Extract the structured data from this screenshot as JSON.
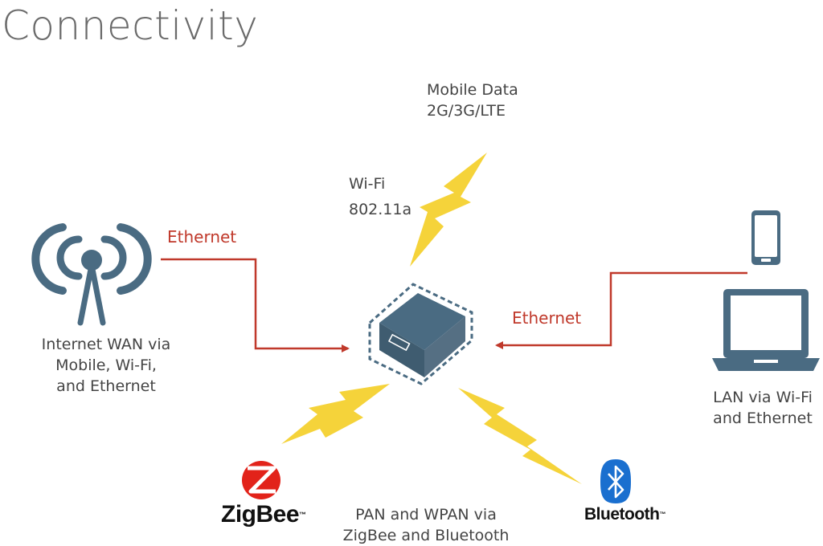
{
  "title": "Connectivity",
  "labels": {
    "mobile_data_line1": "Mobile Data",
    "mobile_data_line2": "2G/3G/LTE",
    "wifi_line1": "Wi-Fi",
    "wifi_line2": "802.11a",
    "ethernet_left": "Ethernet",
    "ethernet_right": "Ethernet",
    "wan_line1": "Internet WAN via",
    "wan_line2": "Mobile, Wi-Fi,",
    "wan_line3": "and Ethernet",
    "lan_line1": "LAN via Wi-Fi",
    "lan_line2": "and Ethernet",
    "pan_line1": "PAN and WPAN via",
    "pan_line2": "ZigBee and Bluetooth"
  },
  "logos": {
    "zigbee": "ZigBee",
    "bluetooth": "Bluetooth",
    "trademark": "™"
  },
  "icons": [
    "antenna-icon",
    "gateway-box-icon",
    "smartphone-icon",
    "laptop-icon",
    "zigbee-logo-icon",
    "bluetooth-logo-icon",
    "lightning-bolt-icon"
  ],
  "colors": {
    "icon_slate": "#4a6b82",
    "ethernet_red": "#c0392b",
    "bolt_yellow": "#f5d33a",
    "zigbee_red": "#e2231a",
    "bluetooth_blue": "#1a6fcf"
  }
}
